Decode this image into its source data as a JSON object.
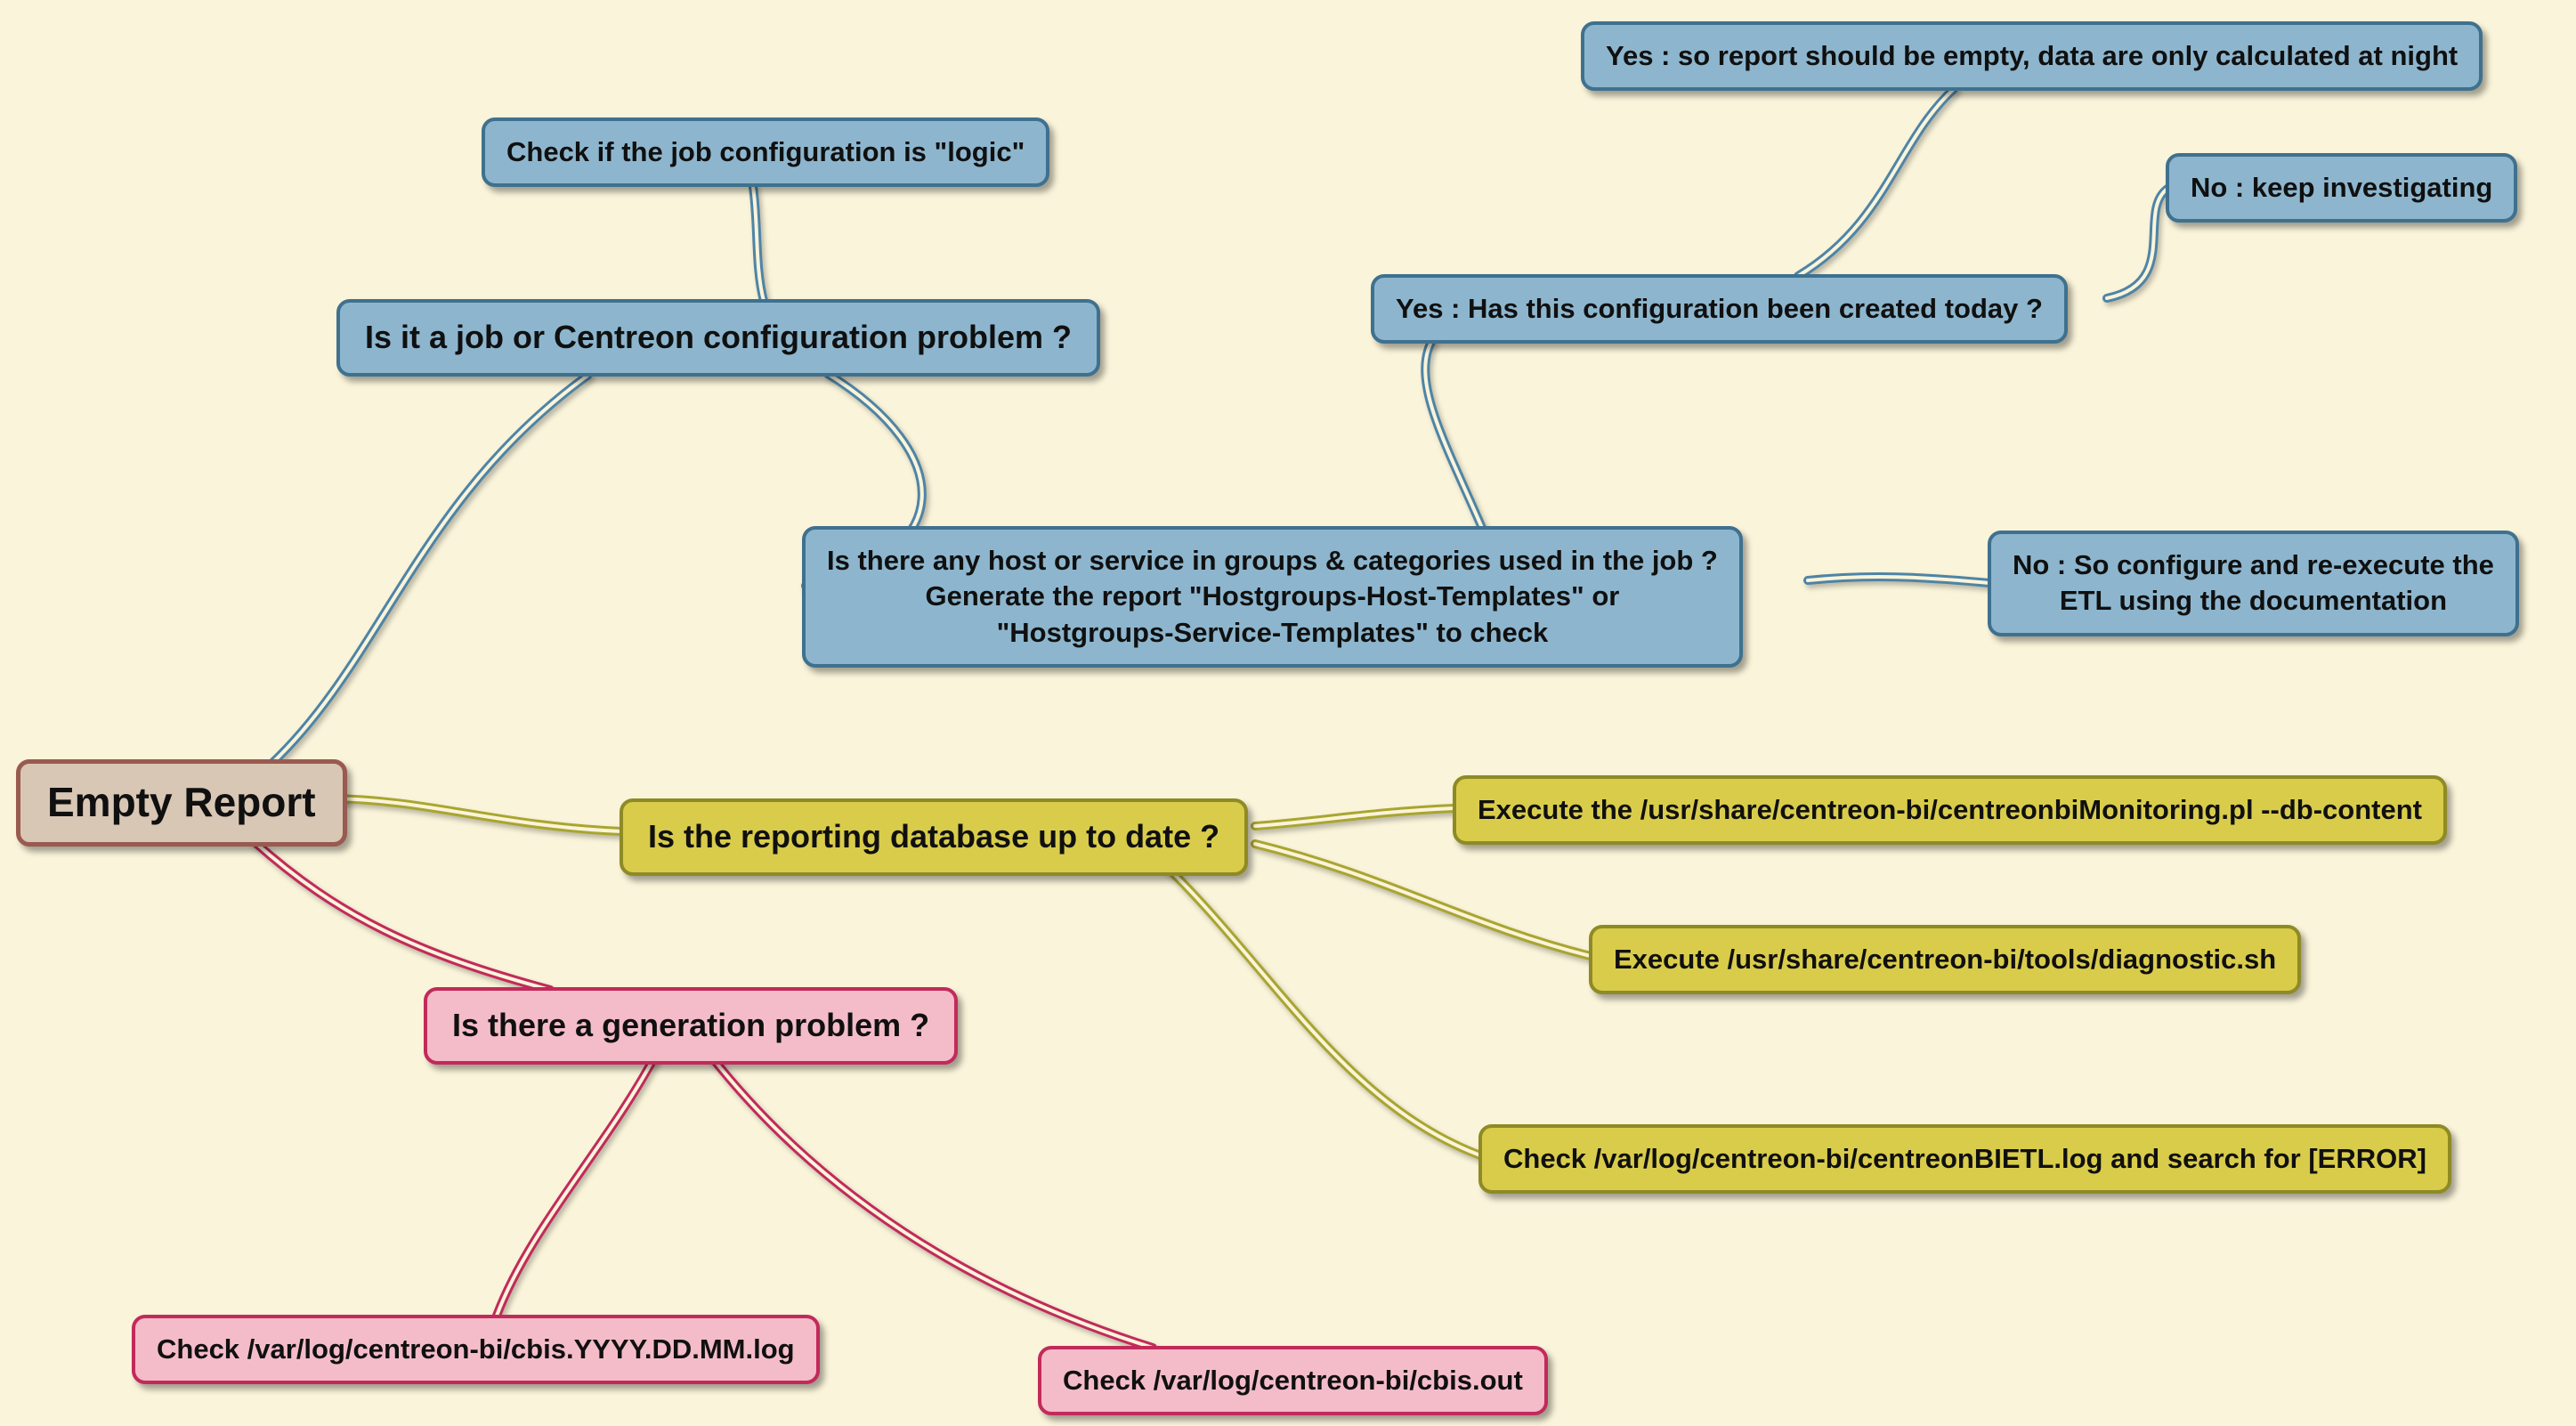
{
  "title": "Empty Report troubleshooting mind map",
  "colors": {
    "background": "#FAF4DA",
    "blue_fill": "#8DB6CE",
    "blue_border": "#3F718F",
    "blue_line": "#4E84A6",
    "olive_fill": "#D9CC4B",
    "olive_border": "#8E8A25",
    "olive_line": "#A9A52F",
    "pink_fill": "#F4BCC9",
    "pink_border": "#C22A5B",
    "pink_line": "#C22A5B",
    "root_fill": "#D9C7B5",
    "root_border": "#995A50"
  },
  "nodes": {
    "root": {
      "label": "Empty Report"
    },
    "job_question": {
      "label": "Is it a job or Centreon configuration problem ?"
    },
    "check_logic": {
      "label": "Check if the job configuration is \"logic\""
    },
    "host_service": {
      "label": "Is there any host or service in groups & categories used in the job ?\nGenerate the report \"Hostgroups-Host-Templates\" or\n\"Hostgroups-Service-Templates\" to check"
    },
    "yes_created_today": {
      "label": "Yes : Has this configuration been created today ?"
    },
    "yes_report_empty": {
      "label": "Yes : so report should be empty, data are only calculated at night"
    },
    "no_keep_investigating": {
      "label": "No : keep investigating"
    },
    "no_configure_etl": {
      "label": "No : So configure and re-execute the\nETL using the documentation"
    },
    "db_question": {
      "label": "Is the reporting database up to date ?"
    },
    "exec_monitoring": {
      "label": "Execute the /usr/share/centreon-bi/centreonbiMonitoring.pl --db-content"
    },
    "exec_diagnostic": {
      "label": "Execute /usr/share/centreon-bi/tools/diagnostic.sh"
    },
    "check_bietl_log": {
      "label": "Check /var/log/centreon-bi/centreonBIETL.log and search for [ERROR]"
    },
    "gen_question": {
      "label": "Is there a generation problem ?"
    },
    "check_cbis_log": {
      "label": "Check /var/log/centreon-bi/cbis.YYYY.DD.MM.log"
    },
    "check_cbis_out": {
      "label": "Check /var/log/centreon-bi/cbis.out"
    }
  }
}
